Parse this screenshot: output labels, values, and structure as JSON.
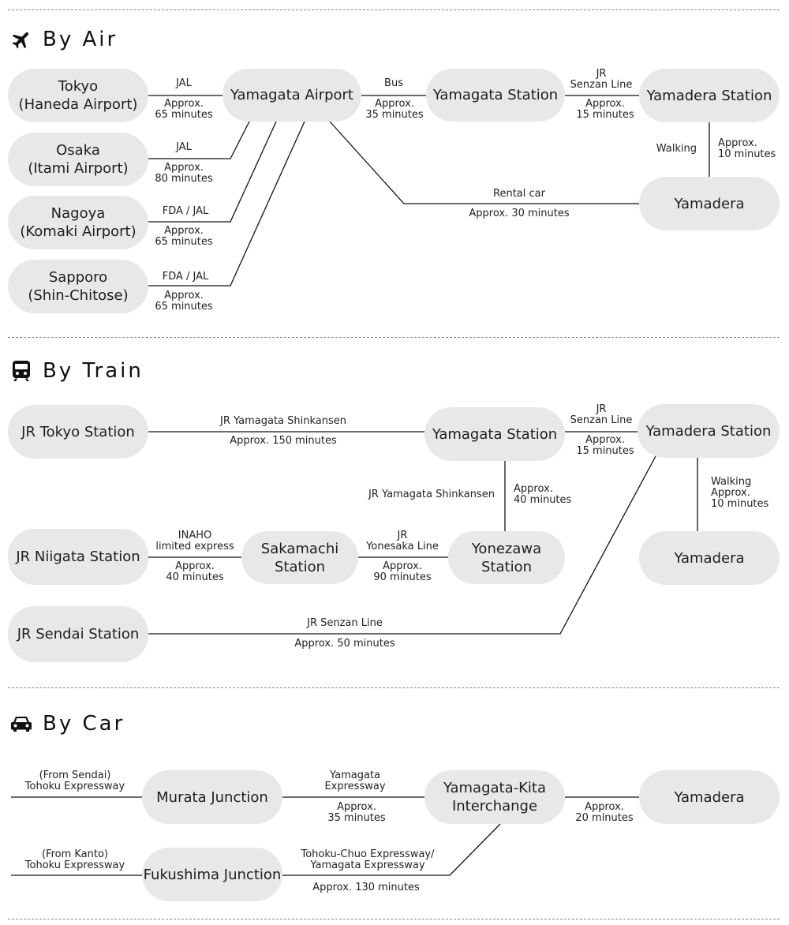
{
  "air": {
    "title": "By Air",
    "icon": "airplane-icon",
    "tokyo": "Tokyo\n(Haneda Airport)",
    "osaka": "Osaka\n(Itami Airport)",
    "nagoya": "Nagoya\n(Komaki Airport)",
    "sapporo": "Sapporo\n(Shin-Chitose)",
    "airport": "Yamagata Airport",
    "station": "Yamagata Station",
    "yamadera_station": "Yamadera Station",
    "yamadera": "Yamadera",
    "tokyo_line": "JAL",
    "tokyo_time": "Approx.\n65 minutes",
    "osaka_line": "JAL",
    "osaka_time": "Approx.\n80 minutes",
    "nagoya_line": "FDA / JAL",
    "nagoya_time": "Approx.\n65 minutes",
    "sapporo_line": "FDA / JAL",
    "sapporo_time": "Approx.\n65 minutes",
    "bus_line": "Bus",
    "bus_time": "Approx.\n35 minutes",
    "senzan_line": "JR\nSenzan Line",
    "senzan_time": "Approx.\n15 minutes",
    "walk_line": "Walking",
    "walk_time": "Approx.\n10 minutes",
    "car_line": "Rental car",
    "car_time": "Approx. 30 minutes"
  },
  "train": {
    "title": "By Train",
    "icon": "train-icon",
    "tokyo": "JR Tokyo Station",
    "yamagata": "Yamagata Station",
    "yamadera_station": "Yamadera Station",
    "niigata": "JR Niigata Station",
    "sakamachi": "Sakamachi\nStation",
    "yonezawa": "Yonezawa\nStation",
    "yamadera": "Yamadera",
    "sendai": "JR Sendai Station",
    "shinkansen_line": "JR Yamagata Shinkansen",
    "shinkansen_time": "Approx. 150 minutes",
    "senzan_line": "JR\nSenzan Line",
    "senzan_time": "Approx.\n15 minutes",
    "yonezawa_line": "JR Yamagata Shinkansen",
    "yonezawa_time": "Approx.\n40 minutes",
    "walk_label": "Walking\nApprox.\n10 minutes",
    "inaho_line": "INAHO\nlimited express",
    "inaho_time": "Approx.\n40 minutes",
    "yonesaka_line": "JR\nYonesaka Line",
    "yonesaka_time": "Approx.\n90 minutes",
    "sendai_line": "JR Senzan Line",
    "sendai_time": "Approx. 50 minutes"
  },
  "car": {
    "title": "By Car",
    "icon": "car-icon",
    "murata": "Murata Junction",
    "kita": "Yamagata-Kita\nInterchange",
    "yamadera": "Yamadera",
    "fukushima": "Fukushima Junction",
    "from_sendai": "(From Sendai)\nTohoku Expressway",
    "from_kanto": "(From Kanto)\nTohoku Expressway",
    "expressway_line": "Yamagata\nExpressway",
    "expressway_time": "Approx.\n35 minutes",
    "kita_time": "Approx.\n20 minutes",
    "chuo_line": "Tohoku-Chuo Expressway/\nYamagata Expressway",
    "chuo_time": "Approx. 130 minutes"
  }
}
